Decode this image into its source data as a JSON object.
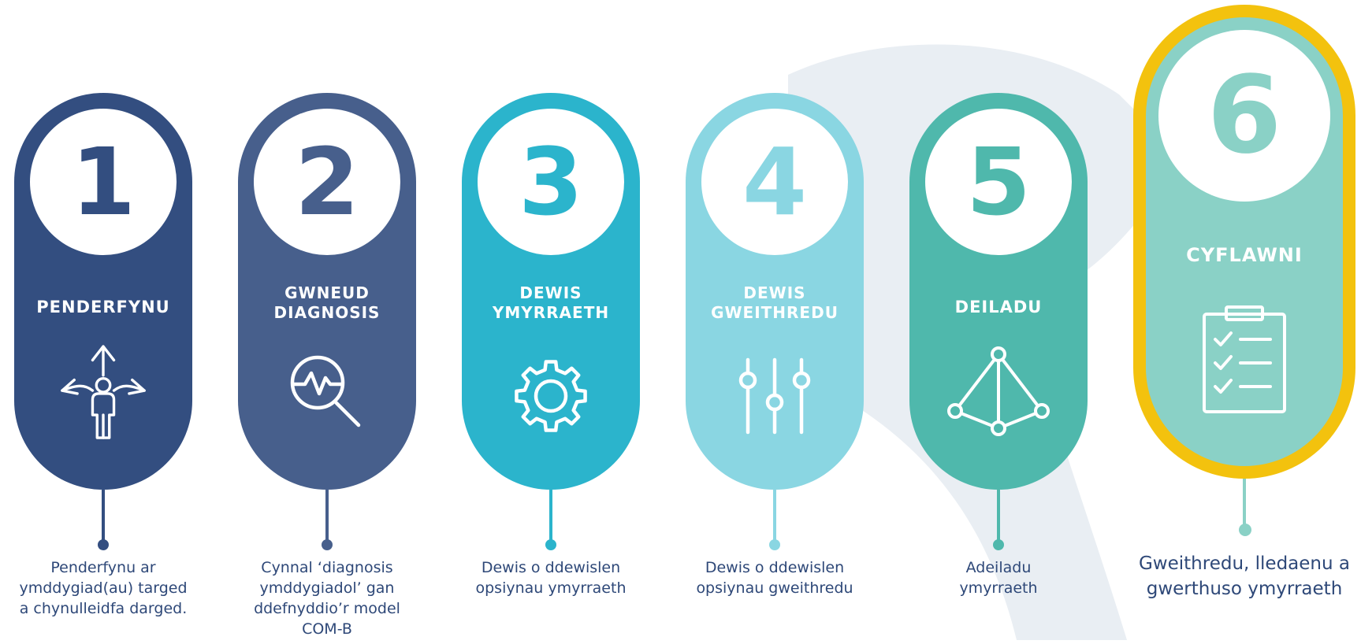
{
  "colors": {
    "step1": "#334e80",
    "step2": "#475f8c",
    "step3": "#2bb4cc",
    "step4": "#8ad6e2",
    "step5": "#4fb8ac",
    "step6": "#8ad1c6",
    "highlight_ring": "#f3c20e",
    "swoosh": "#e9eef3",
    "description_text": "#2e4878"
  },
  "steps": [
    {
      "number": "1",
      "title": "PENDERFYNU",
      "icon": "person-crossroads-arrows-icon",
      "description": "Penderfynu ar\nymddygiad(au) targed\na chynulleidfa darged."
    },
    {
      "number": "2",
      "title": "GWNEUD\nDIAGNOSIS",
      "icon": "magnifier-pulse-icon",
      "description": "Cynnal ‘diagnosis\nymddygiadol’ gan\nddefnyddio’r model\nCOM-B"
    },
    {
      "number": "3",
      "title": "DEWIS\nYMYRRAETH",
      "icon": "gear-icon",
      "description": "Dewis o ddewislen\nopsiynau ymyrraeth"
    },
    {
      "number": "4",
      "title": "DEWIS\nGWEITHREDU",
      "icon": "sliders-icon",
      "description": "Dewis o ddewislen\nopsiynau gweithredu"
    },
    {
      "number": "5",
      "title": "DEILADU",
      "icon": "network-nodes-icon",
      "description": "Adeiladu\nymyrraeth"
    },
    {
      "number": "6",
      "title": "CYFLAWNI",
      "icon": "clipboard-checklist-icon",
      "description": "Gweithredu, lledaenu a\ngwerthuso ymyrraeth"
    }
  ]
}
